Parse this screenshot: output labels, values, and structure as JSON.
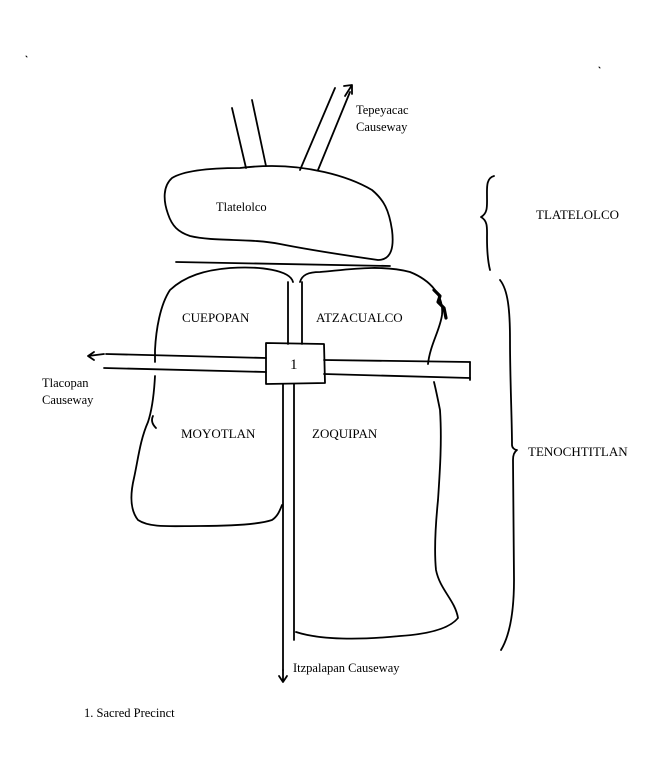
{
  "map": {
    "causeways": {
      "tepeyacac": "Tepeyacac Causeway",
      "tlacopan": "Tlacopan Causeway",
      "itzpalapan": "Itzpalapan Causeway"
    },
    "island_label": "Tlatelolco",
    "quarters": {
      "cuepopan": "CUEPOPAN",
      "atzacualco": "ATZACUALCO",
      "moyotlan": "MOYOTLAN",
      "zoquipan": "ZOQUIPAN"
    },
    "sacred_precinct_number": "1",
    "brackets": {
      "tlatelolco": "TLATELOLCO",
      "tenochtitlan": "TENOCHTITLAN"
    },
    "legend": {
      "item_1": "1. Sacred Precinct"
    }
  }
}
